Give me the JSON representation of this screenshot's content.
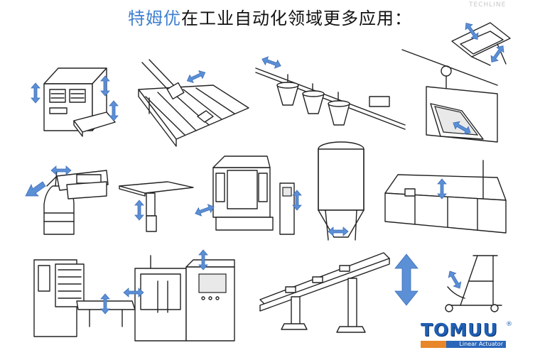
{
  "header": {
    "brand": "特姆优",
    "title_rest": "在工业自动化领域更多应用："
  },
  "watermark": "TECHLINE",
  "logo": {
    "name": "TOMUU",
    "registered": "®",
    "tagline": "Linear Actuator"
  },
  "colors": {
    "accent": "#3f7fd0",
    "arrow": "#5b8fd6",
    "logo_blue": "#1f5fb5",
    "logo_orange": "#e8862a"
  }
}
